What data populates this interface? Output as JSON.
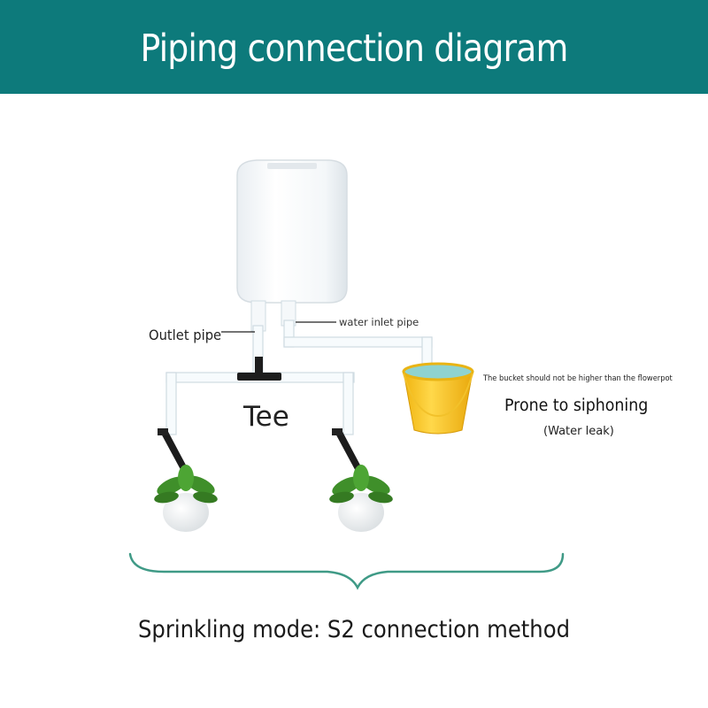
{
  "header": {
    "title": "Piping connection diagram"
  },
  "labels": {
    "outlet_pipe": "Outlet pipe",
    "water_inlet_pipe": "water inlet pipe",
    "tee": "Tee",
    "bucket_note": "The bucket should not be higher than the flowerpot",
    "siphon_warning": "Prone to siphoning",
    "water_leak": "(Water leak)"
  },
  "footer": {
    "caption": "Sprinkling mode: S2 connection method"
  },
  "colors": {
    "header_bg": "#0d7a7b",
    "header_text": "#ffffff",
    "bucket": "#f7c21a",
    "water": "#8fd3d0",
    "pipe": "#f7fbfd",
    "pipe_edge": "#cfdbe2",
    "tee": "#1d1d1d",
    "brace": "#3f9a86",
    "leaf": "#3f8f2a"
  },
  "icons": [
    "water-tank-icon",
    "tee-connector-icon",
    "bucket-icon",
    "dripper-stake-icon",
    "potted-plant-icon",
    "brace-icon"
  ]
}
